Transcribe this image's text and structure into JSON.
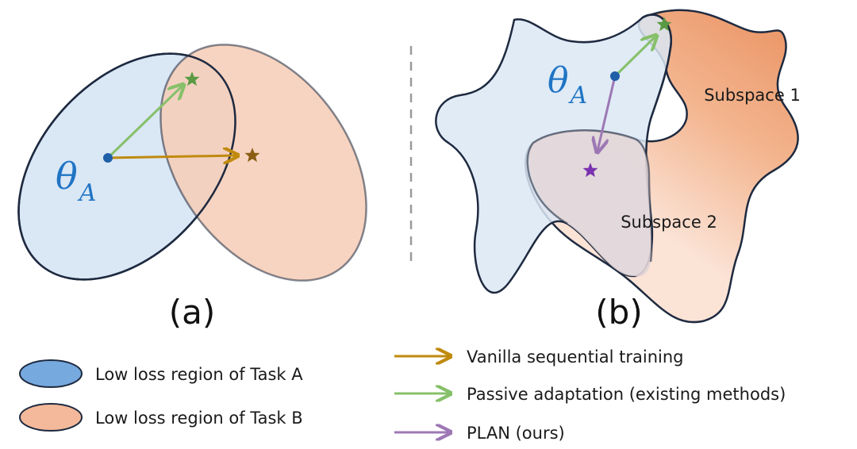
{
  "panel_a": {
    "label": "(a)",
    "theta_symbol": "θ",
    "theta_subscript": "A"
  },
  "panel_b": {
    "label": "(b)",
    "theta_symbol": "θ",
    "theta_subscript": "A",
    "subspace_1": "Subspace 1",
    "subspace_2": "Subspace 2"
  },
  "legend": {
    "task_a": "Low loss region of Task A",
    "task_b": "Low loss region of Task B",
    "vanilla": "Vanilla sequential training",
    "passive": "Passive adaptation (existing methods)",
    "plan": "PLAN (ours)"
  },
  "colors": {
    "task_a_fill": "#dae7f5",
    "task_b_fill": "#f6cdb6",
    "task_b_deep": "#ec9a6c",
    "outline": "#1e2a40",
    "vanilla_arrow": "#c08a0e",
    "passive_arrow": "#86c06a",
    "plan_arrow": "#9d78b5",
    "green_star": "#5a9a43",
    "brown_star": "#8a5d12",
    "purple_star": "#7a32b0",
    "theta_point": "#1f5fa8",
    "theta_text": "#1f74c4"
  }
}
